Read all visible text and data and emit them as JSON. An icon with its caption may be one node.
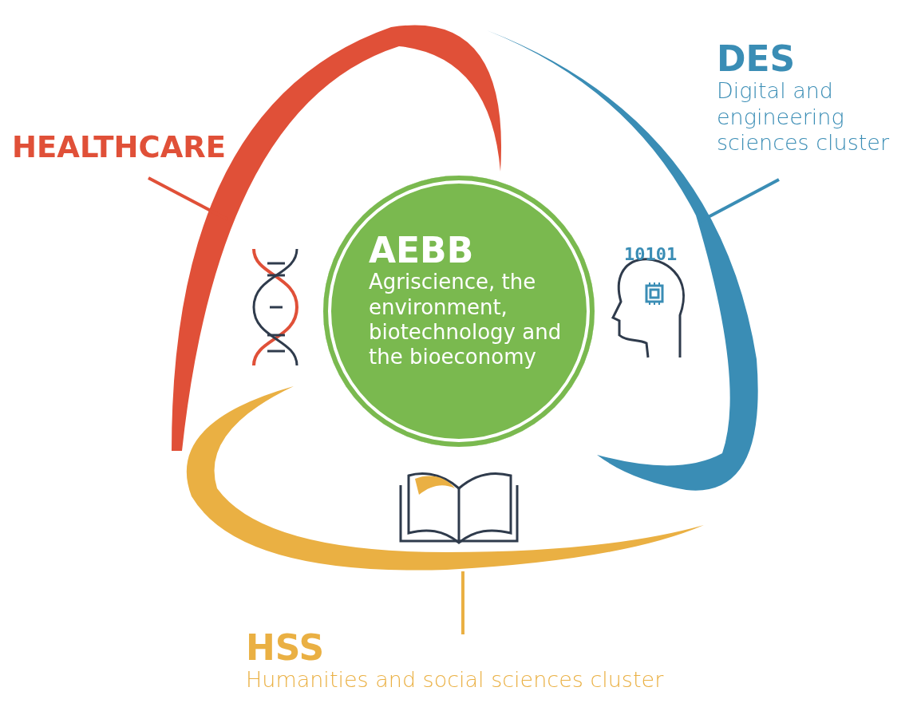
{
  "diagram": {
    "nodes": [
      {
        "text": [
          "HEALTHCARE"
        ]
      },
      {
        "text": [],
        "shape": "arc"
      },
      {
        "text": [
          "DES",
          "Digital and engineering sciences cluster"
        ]
      },
      {
        "text": [],
        "shape": "arc"
      },
      {
        "text": [
          "AEBB",
          "Agriscience, the environment, biotechnology and the bioeconomy"
        ]
      },
      {
        "text": [
          "HSS",
          "Humanities and social sciences cluster"
        ]
      },
      {
        "text": [],
        "shape": "arc"
      }
    ],
    "edges": [
      {
        "from": 0,
        "to": 1,
        "arrow": "none",
        "color": "#e05038"
      },
      {
        "from": 2,
        "to": 3,
        "arrow": "none",
        "color": "#3a8db5"
      },
      {
        "from": 5,
        "to": 6,
        "arrow": "none",
        "color": "#eab043"
      }
    ],
    "labels": [
      "10101"
    ]
  }
}
